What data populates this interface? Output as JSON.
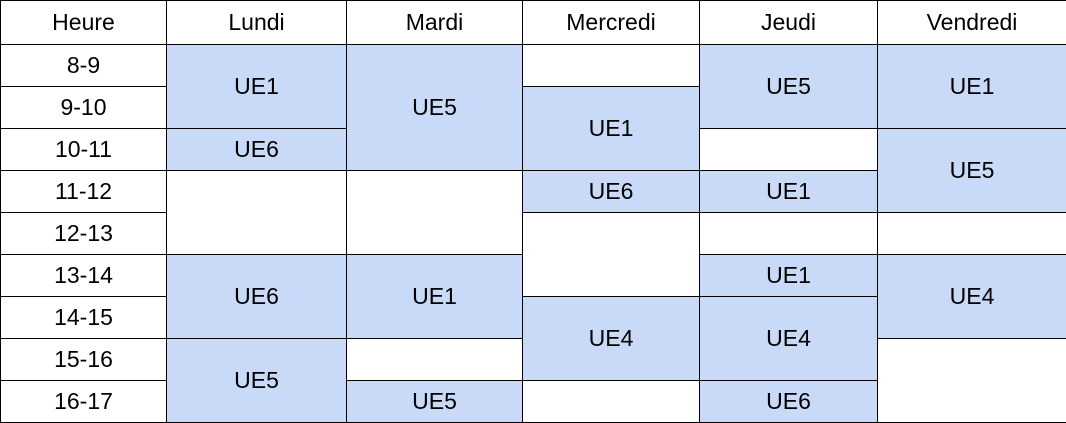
{
  "colors": {
    "filled": "#c9daf8",
    "empty": "#ffffff",
    "border": "#000000"
  },
  "header": {
    "hour": "Heure",
    "days": [
      "Lundi",
      "Mardi",
      "Mercredi",
      "Jeudi",
      "Vendredi"
    ]
  },
  "hours": [
    "8-9",
    "9-10",
    "10-11",
    "11-12",
    "12-13",
    "13-14",
    "14-15",
    "15-16",
    "16-17"
  ],
  "columns": [
    [
      {
        "start": 0,
        "span": 2,
        "label": "UE1"
      },
      {
        "start": 2,
        "span": 1,
        "label": "UE6"
      },
      {
        "start": 3,
        "span": 2,
        "label": ""
      },
      {
        "start": 5,
        "span": 2,
        "label": "UE6"
      },
      {
        "start": 7,
        "span": 2,
        "label": "UE5"
      }
    ],
    [
      {
        "start": 0,
        "span": 3,
        "label": "UE5"
      },
      {
        "start": 3,
        "span": 2,
        "label": ""
      },
      {
        "start": 5,
        "span": 2,
        "label": "UE1"
      },
      {
        "start": 7,
        "span": 1,
        "label": ""
      },
      {
        "start": 8,
        "span": 1,
        "label": "UE5"
      }
    ],
    [
      {
        "start": 0,
        "span": 1,
        "label": ""
      },
      {
        "start": 1,
        "span": 2,
        "label": "UE1"
      },
      {
        "start": 3,
        "span": 1,
        "label": "UE6"
      },
      {
        "start": 4,
        "span": 2,
        "label": ""
      },
      {
        "start": 6,
        "span": 2,
        "label": "UE4"
      },
      {
        "start": 8,
        "span": 1,
        "label": ""
      }
    ],
    [
      {
        "start": 0,
        "span": 2,
        "label": "UE5"
      },
      {
        "start": 2,
        "span": 1,
        "label": ""
      },
      {
        "start": 3,
        "span": 1,
        "label": "UE1"
      },
      {
        "start": 4,
        "span": 1,
        "label": ""
      },
      {
        "start": 5,
        "span": 1,
        "label": "UE1"
      },
      {
        "start": 6,
        "span": 2,
        "label": "UE4"
      },
      {
        "start": 8,
        "span": 1,
        "label": "UE6"
      }
    ],
    [
      {
        "start": 0,
        "span": 2,
        "label": "UE1"
      },
      {
        "start": 2,
        "span": 2,
        "label": "UE5"
      },
      {
        "start": 4,
        "span": 1,
        "label": ""
      },
      {
        "start": 5,
        "span": 2,
        "label": "UE4"
      },
      {
        "start": 7,
        "span": 2,
        "label": ""
      }
    ]
  ]
}
